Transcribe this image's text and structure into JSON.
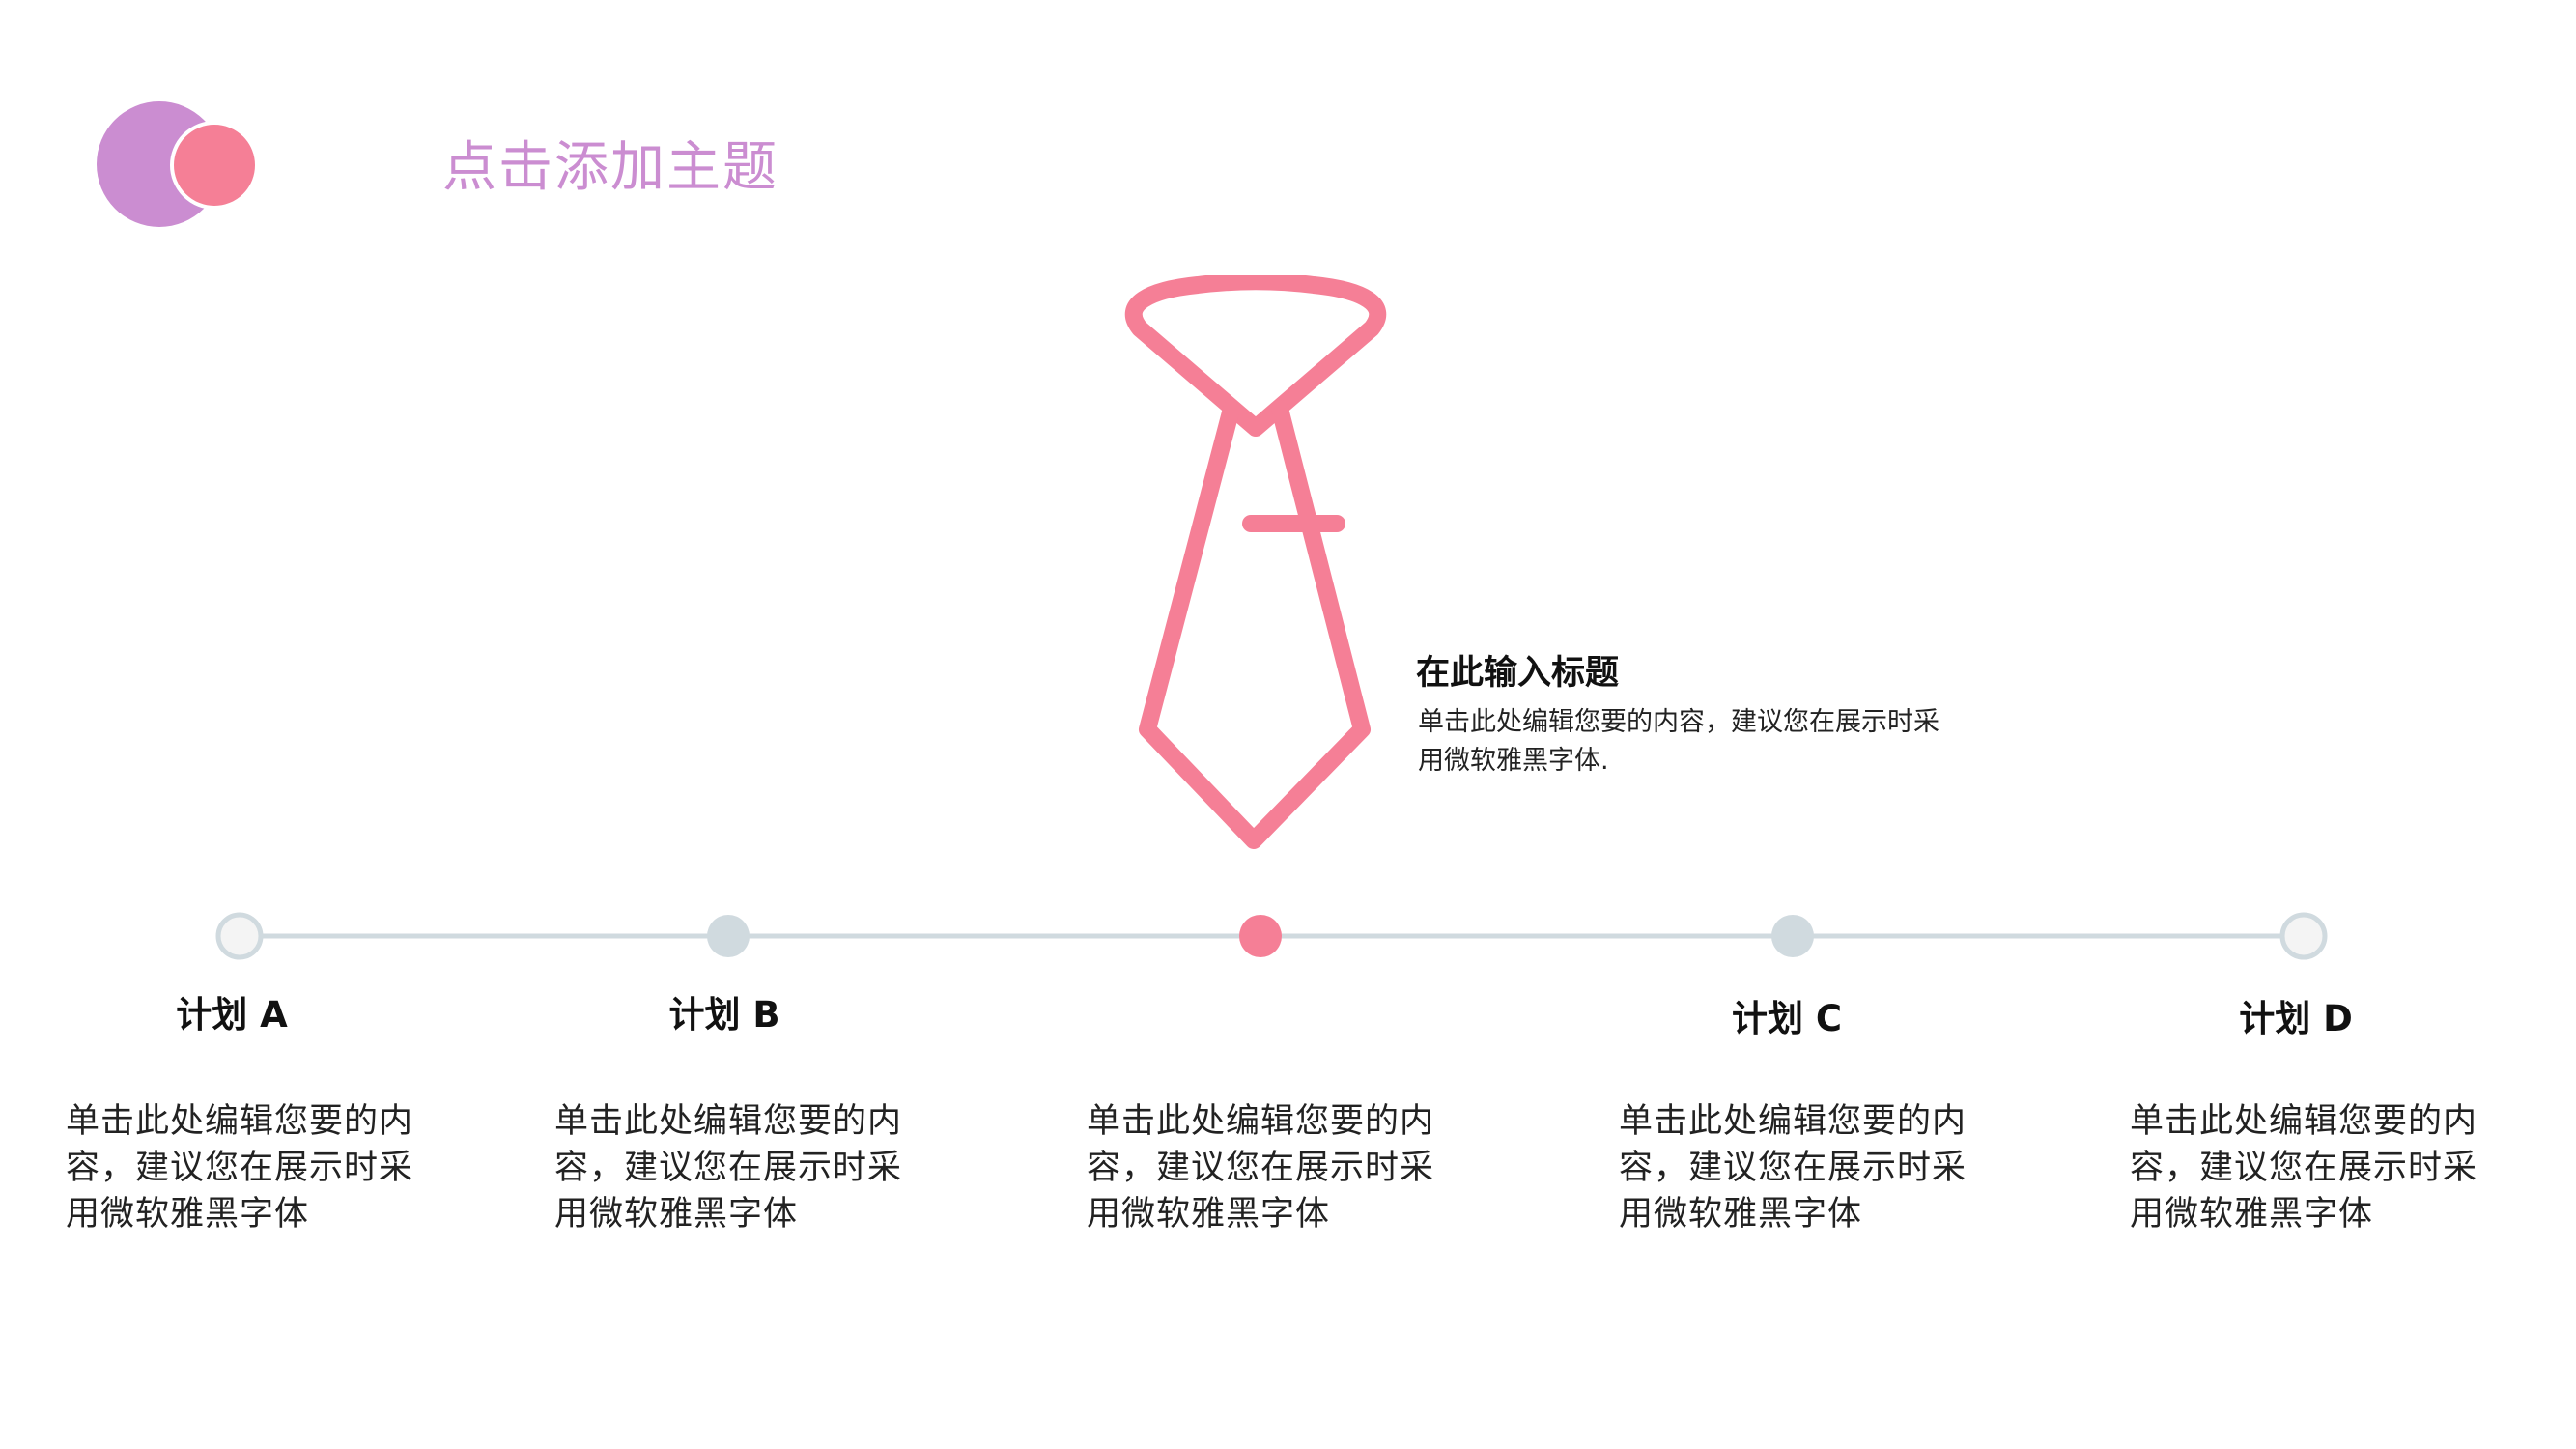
{
  "header": {
    "title": "点击添加主题"
  },
  "callout": {
    "title": "在此输入标题",
    "body": "单击此处编辑您要的内容，建议您在展示时采用微软雅黑字体."
  },
  "plans": [
    {
      "label": "计划 A",
      "body": "单击此处编辑您要的内容，建议您在展示时采用微软雅黑字体"
    },
    {
      "label": "计划 B",
      "body": "单击此处编辑您要的内容，建议您在展示时采用微软雅黑字体"
    },
    {
      "label": "",
      "body": "单击此处编辑您要的内容，建议您在展示时采用微软雅黑字体"
    },
    {
      "label": "计划 C",
      "body": "单击此处编辑您要的内容，建议您在展示时采用微软雅黑字体"
    },
    {
      "label": "计划 D",
      "body": "单击此处编辑您要的内容，建议您在展示时采用微软雅黑字体"
    }
  ],
  "colors": {
    "accent_pink": "#f57f96",
    "accent_purple": "#cb8dd1",
    "line_gray": "#d0dadf",
    "node_gray": "#d0dadf",
    "node_light": "#eeeeee"
  },
  "icons": {
    "logo": "overlapping-circles-logo",
    "main": "necktie-icon"
  }
}
